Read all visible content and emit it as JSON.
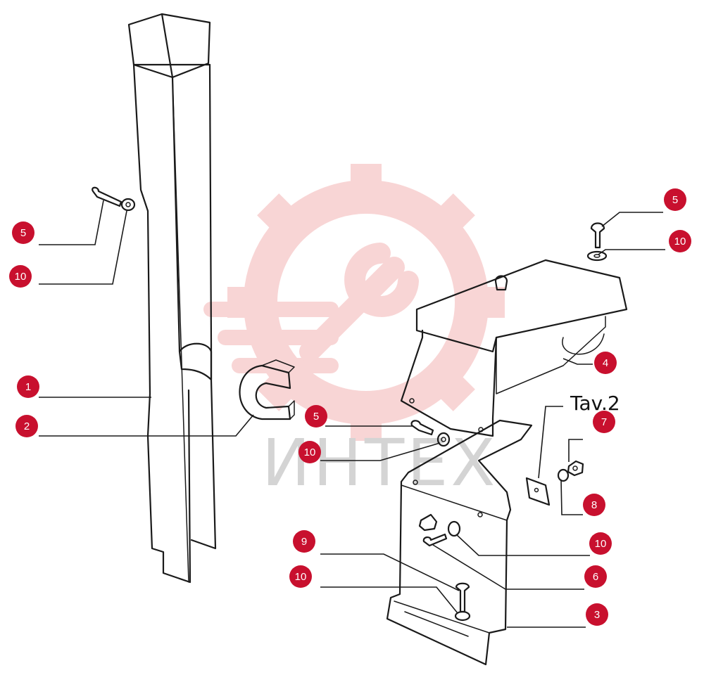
{
  "diagram": {
    "title": "Tav.2",
    "watermark_text": "ИНТЕХ",
    "badge_color": "#c8102e",
    "watermark_color": "#f4b3b3",
    "callouts": [
      {
        "label": "1"
      },
      {
        "label": "2"
      },
      {
        "label": "5"
      },
      {
        "label": "10"
      },
      {
        "label": "5"
      },
      {
        "label": "10"
      },
      {
        "label": "5"
      },
      {
        "label": "10"
      },
      {
        "label": "4"
      },
      {
        "label": "7"
      },
      {
        "label": "8"
      },
      {
        "label": "10"
      },
      {
        "label": "6"
      },
      {
        "label": "3"
      },
      {
        "label": "9"
      },
      {
        "label": "10"
      }
    ]
  }
}
